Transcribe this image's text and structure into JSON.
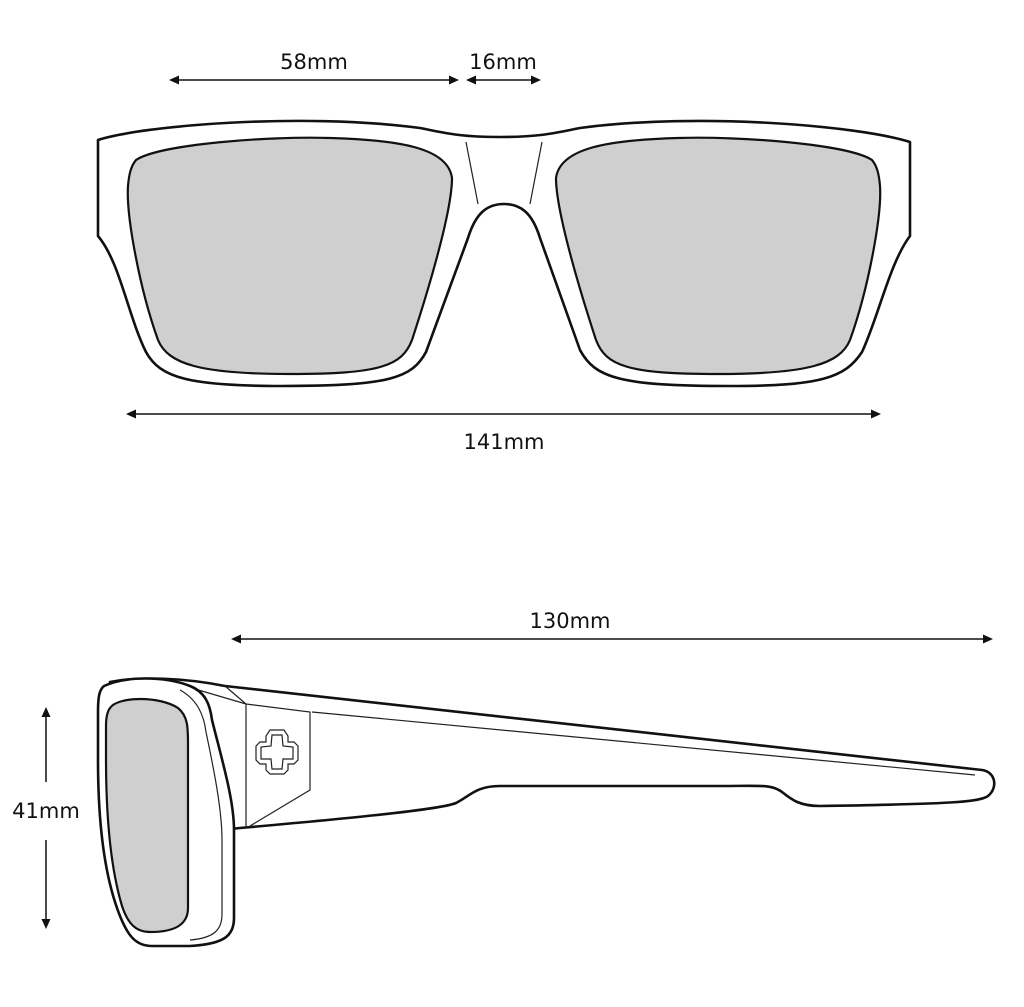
{
  "colors": {
    "lens": "#cfcfcf",
    "outline": "#111111",
    "background": "#ffffff"
  },
  "dimensions": {
    "lens_width": "58mm",
    "bridge_width": "16mm",
    "frame_width": "141mm",
    "temple_length": "130mm",
    "lens_height": "41mm"
  },
  "views": [
    "front-view",
    "side-view"
  ],
  "icons": [
    "brand-logo-icon"
  ]
}
